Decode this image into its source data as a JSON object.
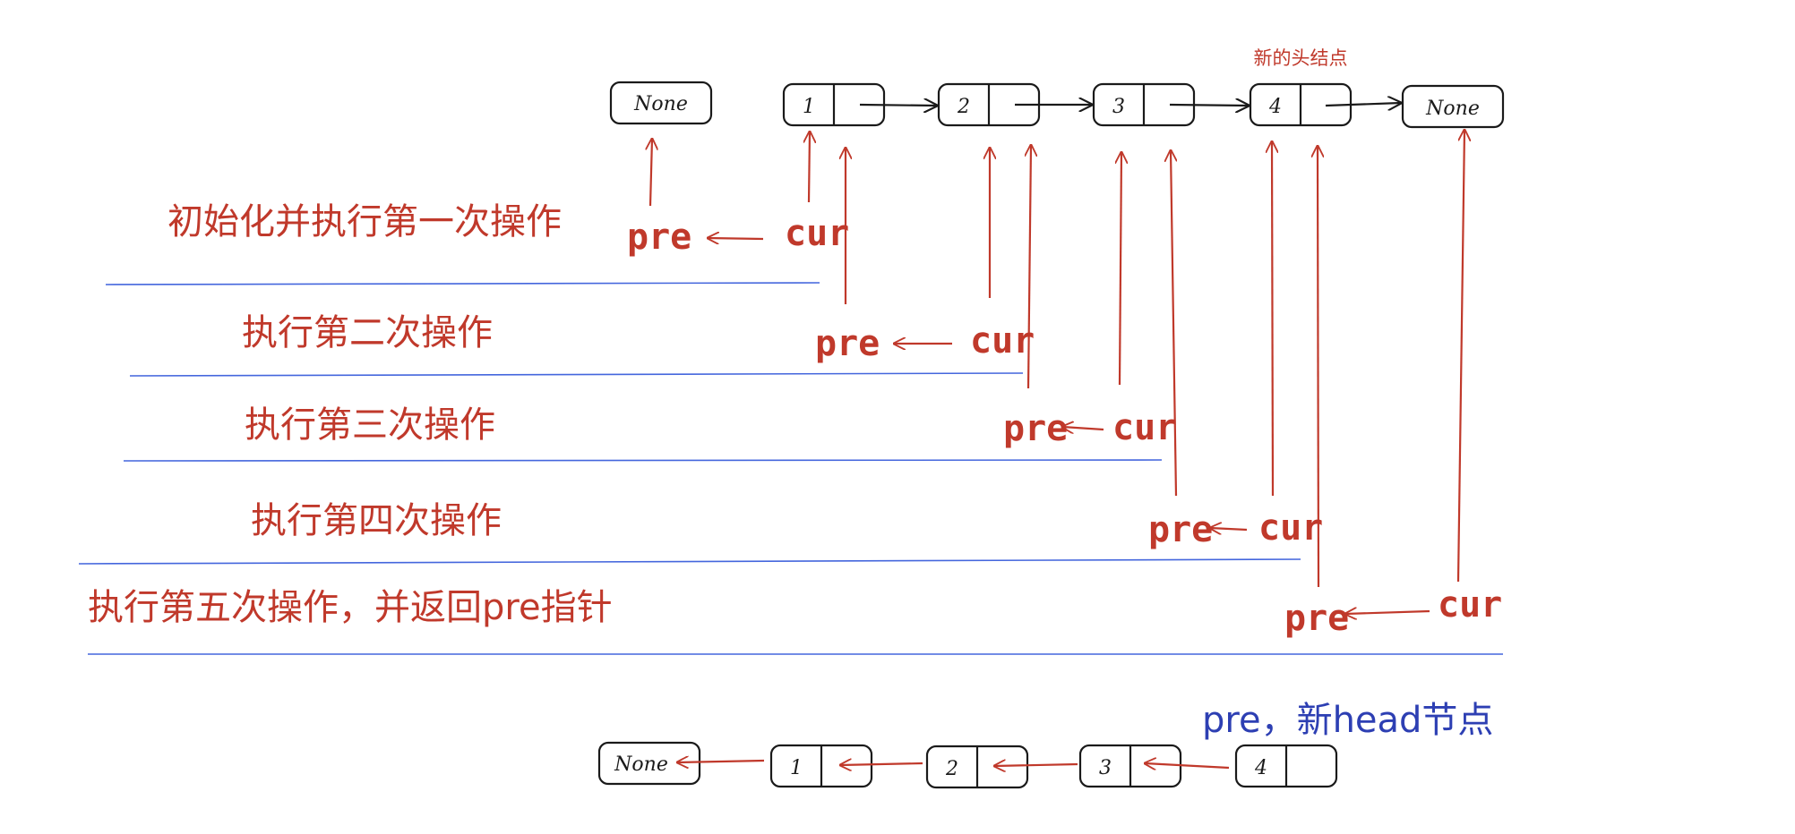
{
  "colors": {
    "annotation": "#c0392b",
    "separator": "#4466dd",
    "result_note": "#2d3fb3",
    "node_stroke": "#1a1a1a"
  },
  "top_list": {
    "null_left": "None",
    "nodes": [
      "1",
      "2",
      "3",
      "4"
    ],
    "null_right": "None",
    "new_head_note": "新的头结点"
  },
  "steps": [
    {
      "label": "初始化并执行第一次操作",
      "pre": "pre",
      "cur": "cur"
    },
    {
      "label": "执行第二次操作",
      "pre": "pre",
      "cur": "cur"
    },
    {
      "label": "执行第三次操作",
      "pre": "pre",
      "cur": "cur"
    },
    {
      "label": "执行第四次操作",
      "pre": "pre",
      "cur": "cur"
    },
    {
      "label": "执行第五次操作，并返回pre指针",
      "pre": "pre",
      "cur": "cur"
    }
  ],
  "bottom_list": {
    "null": "None",
    "nodes": [
      "1",
      "2",
      "3",
      "4"
    ],
    "note": "pre，新head节点"
  }
}
